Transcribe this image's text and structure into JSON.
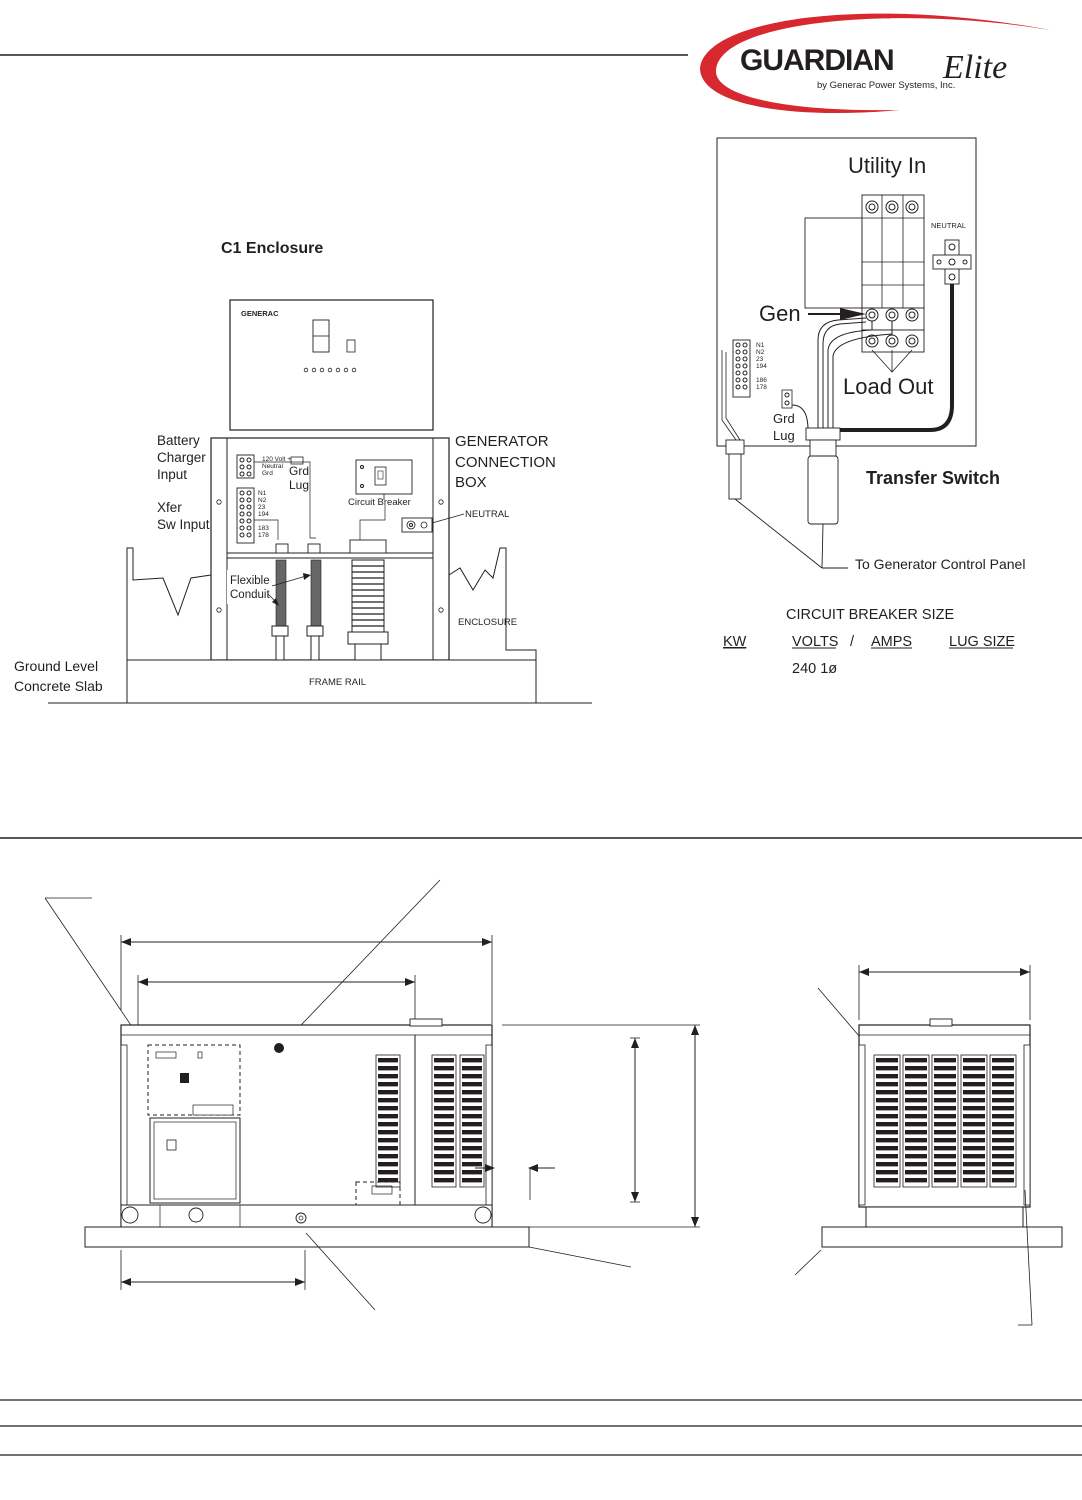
{
  "logo": {
    "brand_text": "GUARDIAN",
    "brand_accent": "Elite",
    "byline": "by Generac Power Systems, Inc.",
    "accent_color": "#d7282f"
  },
  "c1_enclosure": {
    "title": "C1 Enclosure",
    "panel_brand": "GENERAC",
    "battery_charger_label": [
      "Battery",
      "Charger",
      "Input"
    ],
    "xfer_label": [
      "Xfer",
      "Sw Input"
    ],
    "generator_box_label": [
      "GENERATOR",
      "CONNECTION",
      "BOX"
    ],
    "terminal_120": [
      "120 Volt +",
      "Neutral",
      "Grd"
    ],
    "terminal_xfer": [
      "N1",
      "N2",
      "23",
      "194",
      "",
      "183",
      "178"
    ],
    "grd_lug": [
      "Grd",
      "Lug"
    ],
    "circuit_breaker": "Circuit Breaker",
    "neutral": "NEUTRAL",
    "flexible_conduit": [
      "Flexible",
      "Conduit"
    ],
    "enclosure": "ENCLOSURE",
    "frame_rail": "FRAME RAIL",
    "ground_label": [
      "Ground Level",
      "Concrete Slab"
    ]
  },
  "transfer_switch": {
    "title": "Transfer Switch",
    "utility_in": "Utility In",
    "gen": "Gen",
    "load_out": "Load Out",
    "neutral": "NEUTRAL",
    "terminals": [
      "N1",
      "N2",
      "23",
      "194",
      "",
      "186",
      "178"
    ],
    "grd_lug": [
      "Grd",
      "Lug"
    ],
    "to_panel": "To Generator Control Panel"
  },
  "breaker_table": {
    "title": "CIRCUIT BREAKER SIZE",
    "headers": [
      "KW",
      "VOLTS",
      "/",
      "AMPS",
      "LUG SIZE"
    ],
    "rows": [
      [
        "",
        "240 1ø",
        "",
        "",
        ""
      ]
    ]
  }
}
